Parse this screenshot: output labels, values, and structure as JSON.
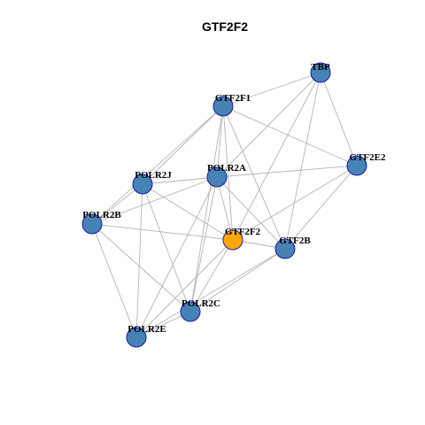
{
  "title": "GTF2F2",
  "colors": {
    "node_default": "#4682b4",
    "node_highlight": "#ffa500",
    "node_border": "#1a1aa6",
    "edge": "#b4b4b4"
  },
  "network": {
    "highlight": "GTF2F2",
    "nodes": [
      {
        "id": "TBP",
        "label": "TBP"
      },
      {
        "id": "GTF2F1",
        "label": "GTF2F1"
      },
      {
        "id": "GTF2E2",
        "label": "GTF2E2"
      },
      {
        "id": "POLR2J",
        "label": "POLR2J"
      },
      {
        "id": "POLR2A",
        "label": "POLR2A"
      },
      {
        "id": "POLR2B",
        "label": "POLR2B"
      },
      {
        "id": "GTF2F2",
        "label": "GTF2F2"
      },
      {
        "id": "GTF2B",
        "label": "GTF2B"
      },
      {
        "id": "POLR2C",
        "label": "POLR2C"
      },
      {
        "id": "POLR2E",
        "label": "POLR2E"
      }
    ],
    "edges": [
      [
        "TBP",
        "GTF2F1"
      ],
      [
        "TBP",
        "GTF2E2"
      ],
      [
        "TBP",
        "POLR2A"
      ],
      [
        "TBP",
        "GTF2F2"
      ],
      [
        "TBP",
        "GTF2B"
      ],
      [
        "GTF2F1",
        "GTF2E2"
      ],
      [
        "GTF2F1",
        "POLR2J"
      ],
      [
        "GTF2F1",
        "POLR2A"
      ],
      [
        "GTF2F1",
        "POLR2B"
      ],
      [
        "GTF2F1",
        "GTF2F2"
      ],
      [
        "GTF2F1",
        "GTF2B"
      ],
      [
        "GTF2F1",
        "POLR2C"
      ],
      [
        "GTF2E2",
        "POLR2A"
      ],
      [
        "GTF2E2",
        "GTF2F2"
      ],
      [
        "GTF2E2",
        "GTF2B"
      ],
      [
        "POLR2J",
        "POLR2A"
      ],
      [
        "POLR2J",
        "POLR2B"
      ],
      [
        "POLR2J",
        "GTF2F2"
      ],
      [
        "POLR2J",
        "POLR2C"
      ],
      [
        "POLR2J",
        "POLR2E"
      ],
      [
        "POLR2A",
        "POLR2B"
      ],
      [
        "POLR2A",
        "GTF2F2"
      ],
      [
        "POLR2A",
        "GTF2B"
      ],
      [
        "POLR2A",
        "POLR2C"
      ],
      [
        "POLR2A",
        "POLR2E"
      ],
      [
        "POLR2B",
        "GTF2F2"
      ],
      [
        "POLR2B",
        "POLR2E"
      ],
      [
        "POLR2B",
        "POLR2C"
      ],
      [
        "GTF2F2",
        "GTF2B"
      ],
      [
        "GTF2F2",
        "POLR2C"
      ],
      [
        "GTF2F2",
        "POLR2E"
      ],
      [
        "GTF2B",
        "POLR2C"
      ],
      [
        "GTF2B",
        "POLR2E"
      ],
      [
        "POLR2C",
        "POLR2E"
      ]
    ]
  }
}
